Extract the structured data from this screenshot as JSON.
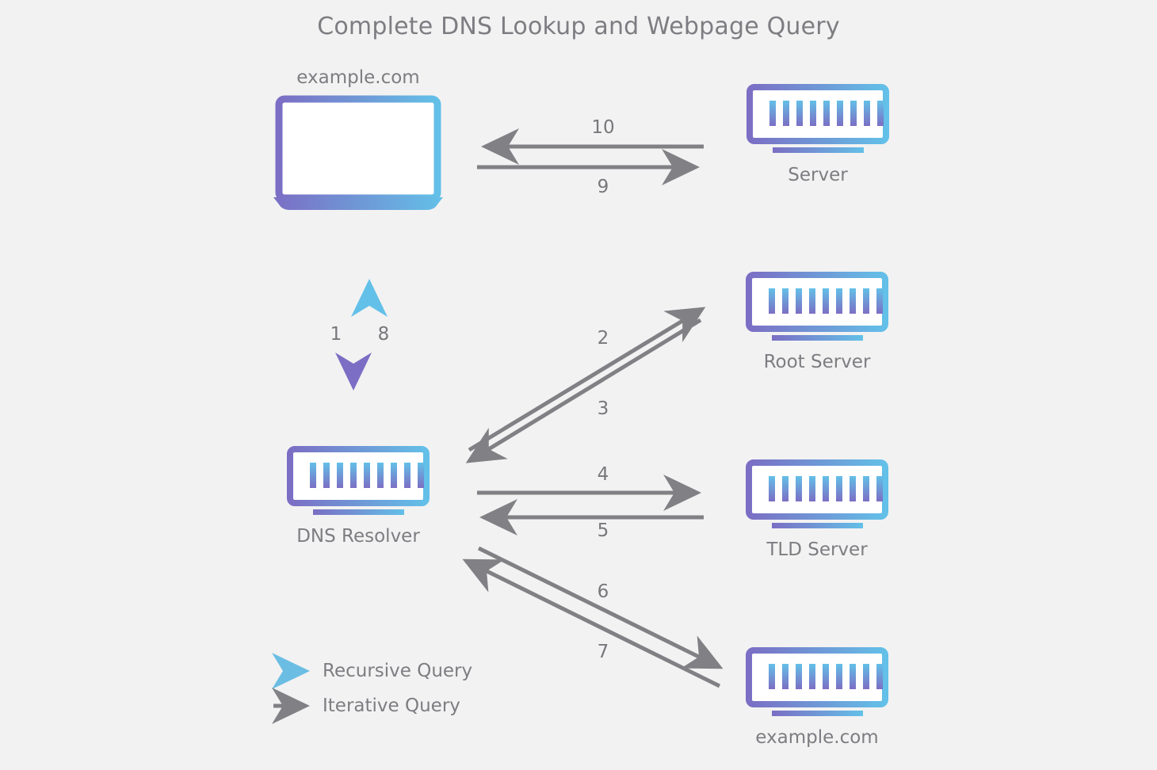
{
  "diagram": {
    "title": "Complete DNS Lookup and Webpage Query",
    "background_color": "#f2f2f2",
    "text_color": "#7d7d82",
    "iterative_arrow_color": "#808085",
    "recursive_gradient": [
      "#8b6fc4",
      "#6bbde3"
    ],
    "device_gradient": [
      "#7b6ec4",
      "#63c0e8"
    ]
  },
  "nodes": {
    "client": {
      "label": "example.com",
      "icon": "laptop-icon"
    },
    "server": {
      "label": "Server",
      "icon": "server-icon"
    },
    "root_server": {
      "label": "Root Server",
      "icon": "server-icon"
    },
    "tld_server": {
      "label": "TLD Server",
      "icon": "server-icon"
    },
    "auth_server": {
      "label": "example.com",
      "icon": "server-icon"
    },
    "resolver": {
      "label": "DNS Resolver",
      "icon": "server-icon"
    }
  },
  "steps": [
    {
      "id": "1",
      "label": "1",
      "from": "client",
      "to": "resolver",
      "type": "recursive",
      "direction": "down"
    },
    {
      "id": "2",
      "label": "2",
      "from": "resolver",
      "to": "root_server",
      "type": "iterative",
      "direction": "up-right"
    },
    {
      "id": "3",
      "label": "3",
      "from": "root_server",
      "to": "resolver",
      "type": "iterative",
      "direction": "down-left"
    },
    {
      "id": "4",
      "label": "4",
      "from": "resolver",
      "to": "tld_server",
      "type": "iterative",
      "direction": "right"
    },
    {
      "id": "5",
      "label": "5",
      "from": "tld_server",
      "to": "resolver",
      "type": "iterative",
      "direction": "left"
    },
    {
      "id": "6",
      "label": "6",
      "from": "resolver",
      "to": "auth_server",
      "type": "iterative",
      "direction": "down-right"
    },
    {
      "id": "7",
      "label": "7",
      "from": "auth_server",
      "to": "resolver",
      "type": "iterative",
      "direction": "up-left"
    },
    {
      "id": "8",
      "label": "8",
      "from": "resolver",
      "to": "client",
      "type": "recursive",
      "direction": "up"
    },
    {
      "id": "9",
      "label": "9",
      "from": "client",
      "to": "server",
      "type": "iterative",
      "direction": "right"
    },
    {
      "id": "10",
      "label": "10",
      "from": "server",
      "to": "client",
      "type": "iterative",
      "direction": "left"
    }
  ],
  "legend": {
    "items": [
      {
        "label": "Recursive Query",
        "style": "recursive"
      },
      {
        "label": "Iterative Query",
        "style": "iterative"
      }
    ]
  }
}
